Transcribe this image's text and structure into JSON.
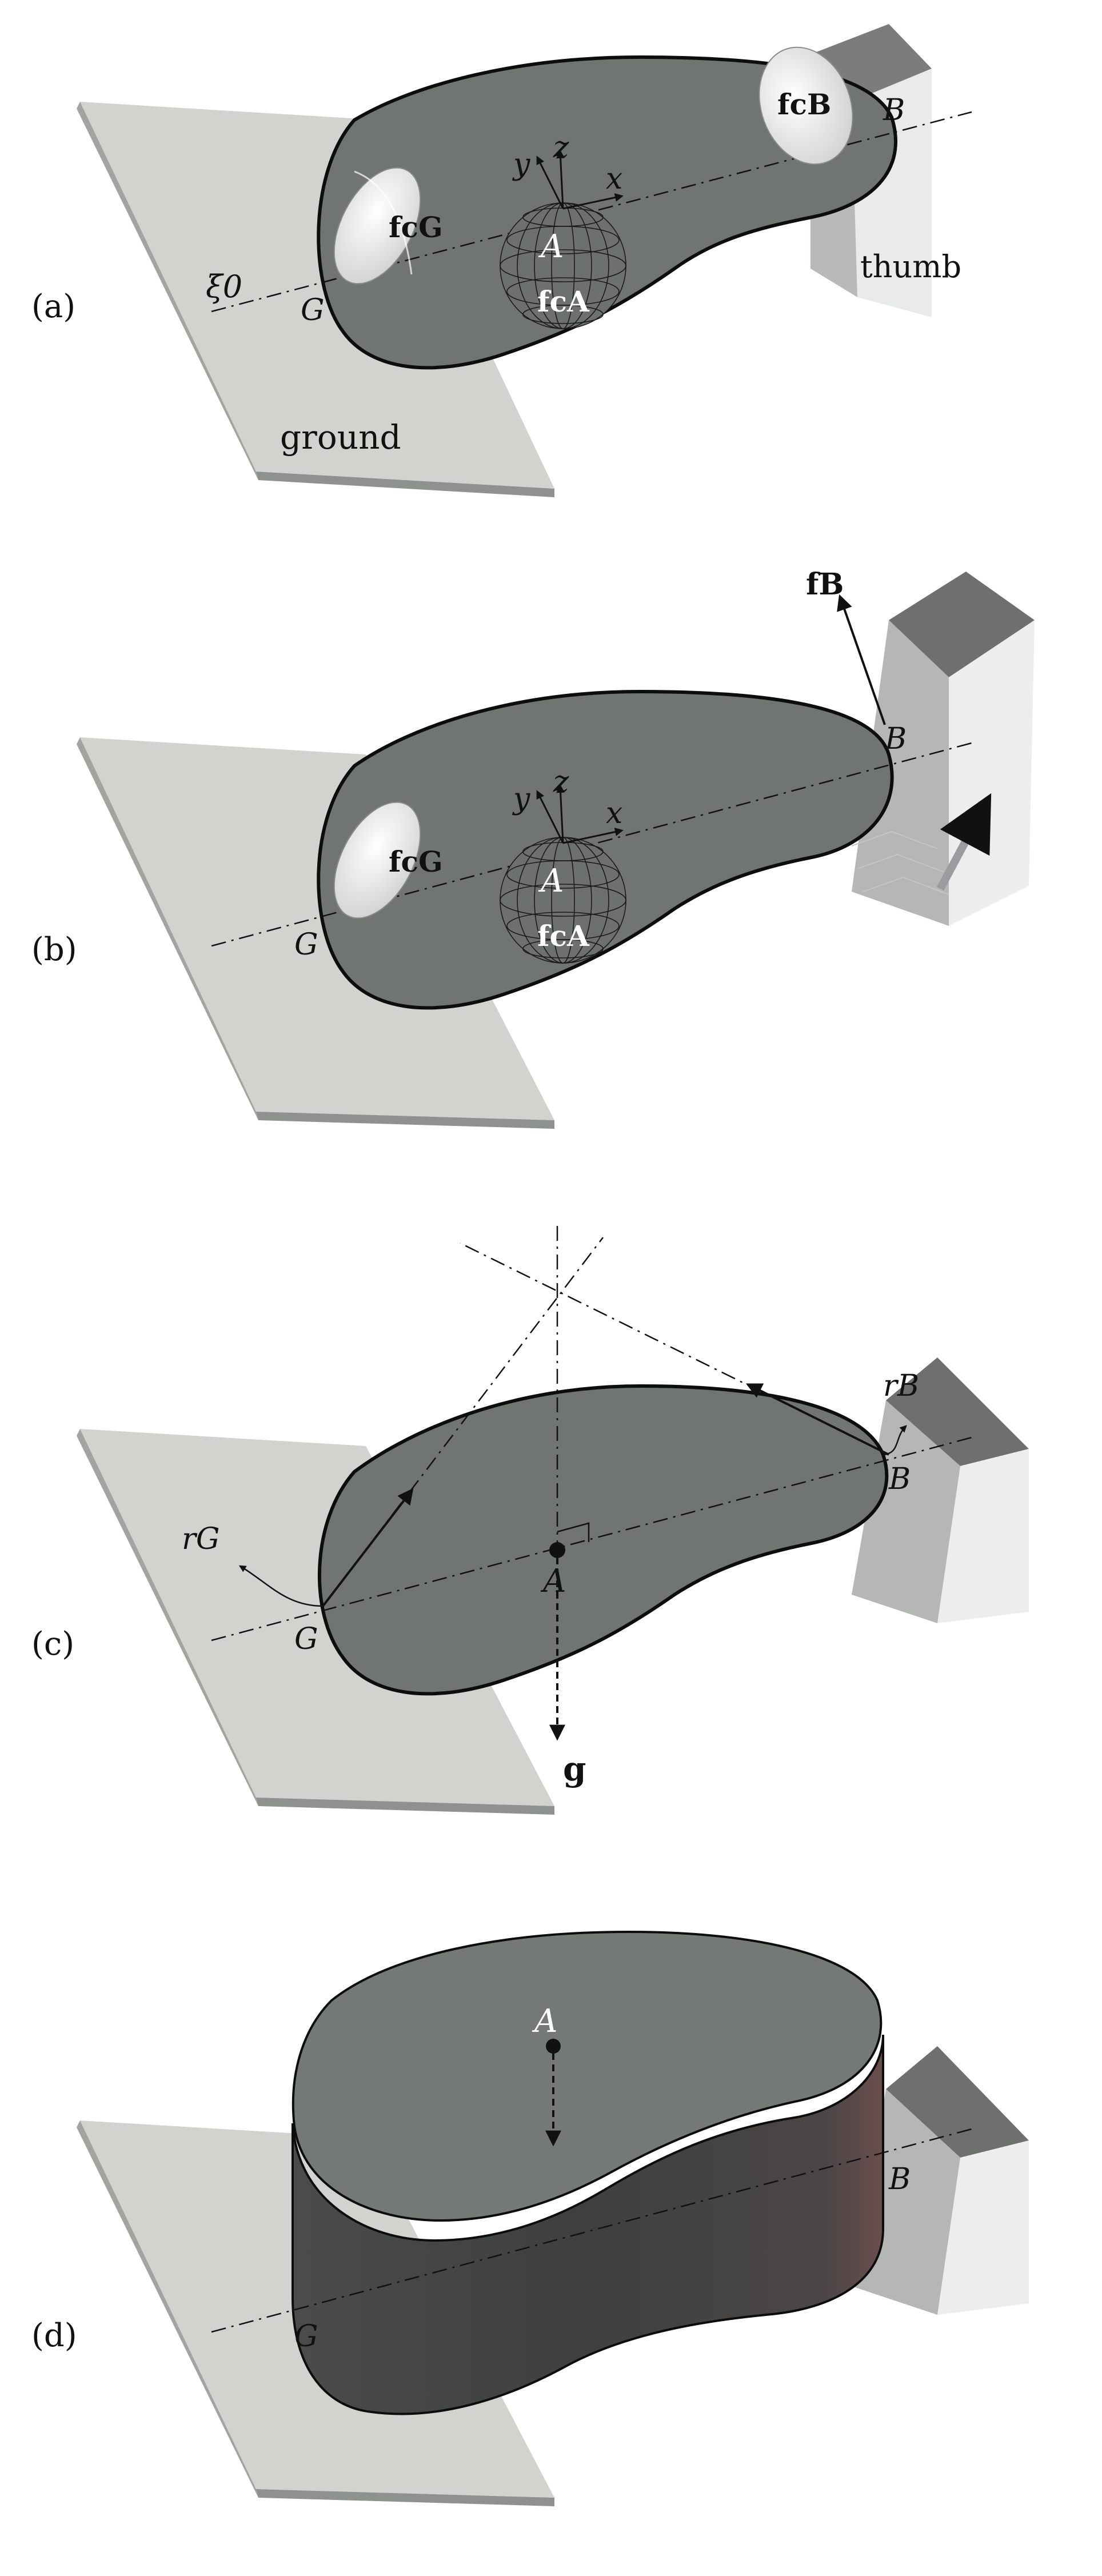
{
  "panels": [
    {
      "id": "a",
      "panel_label": "(a)",
      "labels": {
        "xi0": "ξ0",
        "G": "G",
        "B": "B",
        "A": "A",
        "x": "x",
        "y": "y",
        "z": "z",
        "fcG": "fcG",
        "fcB": "fcB",
        "fcA": "fcA",
        "ground": "ground",
        "thumb": "thumb"
      }
    },
    {
      "id": "b",
      "panel_label": "(b)",
      "labels": {
        "fB": "fB",
        "B": "B",
        "G": "G",
        "A": "A",
        "x": "x",
        "y": "y",
        "z": "z",
        "fcG": "fcG",
        "fcA": "fcA"
      }
    },
    {
      "id": "c",
      "panel_label": "(c)",
      "labels": {
        "rG": "rG",
        "rB": "rB",
        "G": "G",
        "B": "B",
        "A": "A",
        "g": "g"
      }
    },
    {
      "id": "d",
      "panel_label": "(d)",
      "labels": {
        "A": "A",
        "B": "B",
        "G": "G"
      }
    }
  ]
}
